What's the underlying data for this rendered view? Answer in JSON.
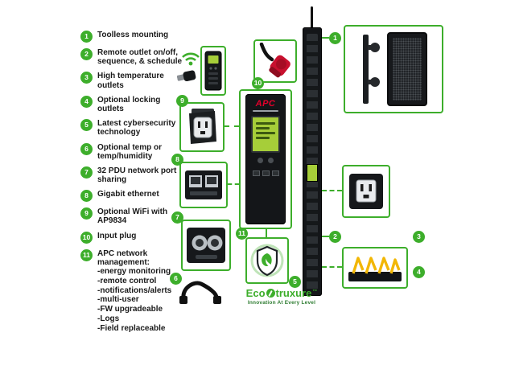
{
  "colors": {
    "green": "#3dae2b",
    "text": "#1a1a1a",
    "apc_red": "#e4002b",
    "plug_red": "#c8102e",
    "lcd_green": "#a6ce39",
    "clip_yellow": "#f2b705"
  },
  "features": [
    {
      "num": "1",
      "label": "Toolless mounting"
    },
    {
      "num": "2",
      "label": "Remote outlet on/off, sequence, & schedule"
    },
    {
      "num": "3",
      "label": "High temperature outlets"
    },
    {
      "num": "4",
      "label": "Optional locking outlets"
    },
    {
      "num": "5",
      "label": "Latest cybersecurity technology"
    },
    {
      "num": "6",
      "label": "Optional temp or temp/humidity"
    },
    {
      "num": "7",
      "label": "32 PDU network port sharing"
    },
    {
      "num": "8",
      "label": "Gigabit ethernet"
    },
    {
      "num": "9",
      "label": "Optional WiFi with AP9834"
    },
    {
      "num": "10",
      "label": "Input plug"
    },
    {
      "num": "11",
      "label": "APC network management:",
      "sub": [
        "-energy monitoring",
        "-remote control",
        "-notifications/alerts",
        "-multi-user",
        "-FW upgradeable",
        "-Logs",
        "-Field replaceable"
      ]
    }
  ],
  "controller": {
    "brand": "APC"
  },
  "logo": {
    "prefix": "Eco",
    "suffix": "truxure",
    "tm": "™",
    "tagline": "Innovation At Every Level"
  }
}
